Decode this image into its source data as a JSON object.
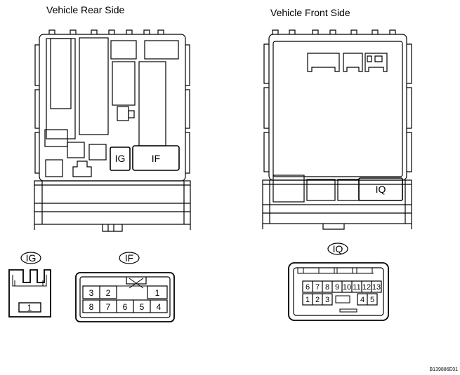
{
  "titles": {
    "rear": "Vehicle Rear Side",
    "front": "Vehicle Front Side"
  },
  "labels": {
    "ig": "IG",
    "if": "IF",
    "iq": "IQ"
  },
  "ig_pins": [
    "1"
  ],
  "if_pins": {
    "top": [
      "3",
      "2",
      "1"
    ],
    "bottom": [
      "8",
      "7",
      "6",
      "5",
      "4"
    ]
  },
  "iq_pins": {
    "top": [
      "6",
      "7",
      "8",
      "9",
      "10",
      "11",
      "12",
      "13"
    ],
    "bottom_left": [
      "1",
      "2",
      "3"
    ],
    "bottom_right": [
      "4",
      "5"
    ]
  },
  "figure_code": "B139886E01"
}
